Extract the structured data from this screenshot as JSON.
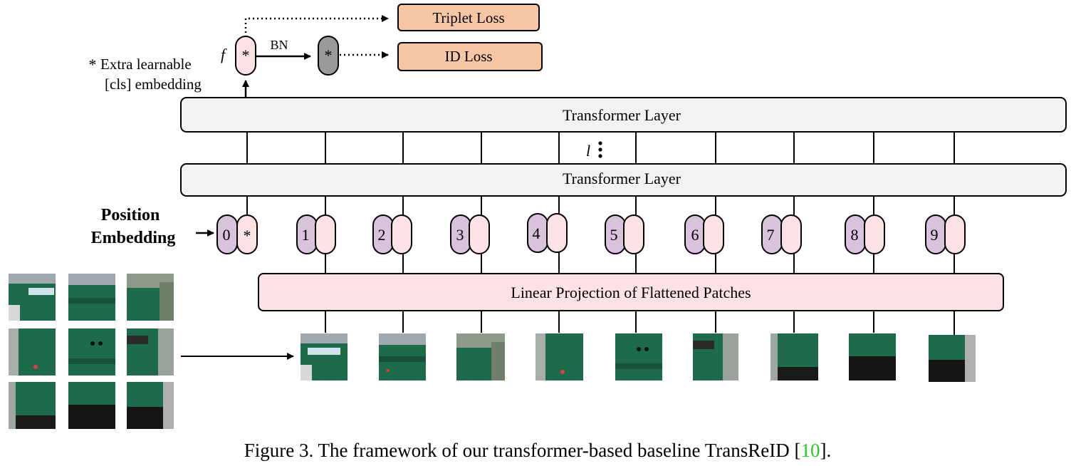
{
  "losses": {
    "triplet": "Triplet Loss",
    "id": "ID Loss"
  },
  "feature_symbol": "f",
  "bn_label": "BN",
  "cls_symbol": "*",
  "cls_note": {
    "line1": "Extra learnable",
    "line2": "[cls] embedding"
  },
  "transformer": {
    "top_label": "Transformer Layer",
    "bottom_label": "Transformer Layer",
    "depth_symbol": "l"
  },
  "position_embedding": {
    "line1": "Position",
    "line2": "Embedding"
  },
  "tokens": [
    "0",
    "1",
    "2",
    "3",
    "4",
    "5",
    "6",
    "7",
    "8",
    "9"
  ],
  "projection_label": "Linear Projection of Flattened Patches",
  "caption": {
    "text": "Figure 3. The framework of our transformer-based baseline TransReID [",
    "ref": "10",
    "end": "]."
  },
  "colors": {
    "loss_fill": "#F6C6A5",
    "pink": "#FCE2E4",
    "purple": "#D9C2DC",
    "grey_bn": "#9A9A9A",
    "layer_fill": "#F2F2F2",
    "ref_green": "#22CC22",
    "bus_green": "#1E6B4B"
  }
}
